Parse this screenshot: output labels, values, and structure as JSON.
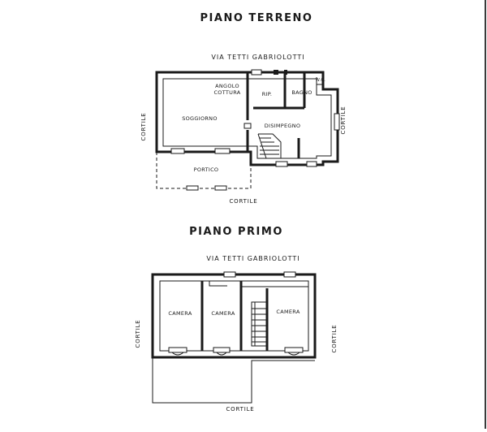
{
  "ground_floor": {
    "title": "PIANO TERRENO",
    "street": "VIA TETTI GABRIOLOTTI",
    "rooms": {
      "soggiorno": "SOGGIORNO",
      "angolo_cottura_1": "ANGOLO",
      "angolo_cottura_2": "COTTURA",
      "rip": "RIP.",
      "bagno": "BAGNO",
      "wc": "W.C.",
      "disimpegno": "DISIMPEGNO",
      "portico": "PORTICO"
    },
    "cortile_left": "CORTILE",
    "cortile_right": "CORTILE",
    "cortile_bottom": "CORTILE"
  },
  "first_floor": {
    "title": "PIANO PRIMO",
    "street": "VIA TETTI GABRIOLOTTI",
    "rooms": {
      "camera_1": "CAMERA",
      "camera_2": "CAMERA",
      "camera_3": "CAMERA"
    },
    "cortile_left": "CORTILE",
    "cortile_right": "CORTILE",
    "cortile_bottom": "CORTILE"
  }
}
